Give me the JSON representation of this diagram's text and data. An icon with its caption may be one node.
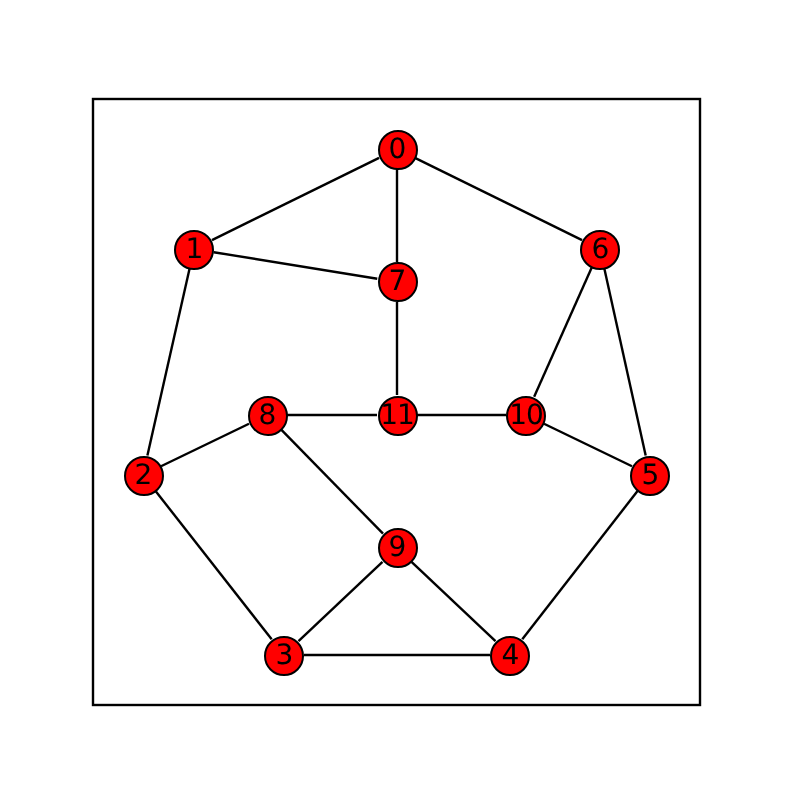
{
  "diagram": {
    "nodes": [
      {
        "text": [
          "0"
        ]
      },
      {
        "text": [
          "1"
        ]
      },
      {
        "text": [
          "2"
        ]
      },
      {
        "text": [
          "3"
        ]
      },
      {
        "text": [
          "4"
        ]
      },
      {
        "text": [
          "5"
        ]
      },
      {
        "text": [
          "6"
        ]
      },
      {
        "text": [
          "7"
        ]
      },
      {
        "text": [
          "8"
        ]
      },
      {
        "text": [
          "9"
        ]
      },
      {
        "text": [
          "10"
        ]
      },
      {
        "text": [
          "11"
        ]
      }
    ],
    "edges": [
      {
        "from": 0,
        "to": 1,
        "arrow": "none"
      },
      {
        "from": 0,
        "to": 6,
        "arrow": "none"
      },
      {
        "from": 0,
        "to": 7,
        "arrow": "none"
      },
      {
        "from": 1,
        "to": 7,
        "arrow": "none"
      },
      {
        "from": 1,
        "to": 2,
        "arrow": "none"
      },
      {
        "from": 6,
        "to": 10,
        "arrow": "none"
      },
      {
        "from": 6,
        "to": 5,
        "arrow": "none"
      },
      {
        "from": 7,
        "to": 11,
        "arrow": "none"
      },
      {
        "from": 8,
        "to": 11,
        "arrow": "none"
      },
      {
        "from": 11,
        "to": 10,
        "arrow": "none"
      },
      {
        "from": 2,
        "to": 8,
        "arrow": "none"
      },
      {
        "from": 10,
        "to": 5,
        "arrow": "none"
      },
      {
        "from": 8,
        "to": 9,
        "arrow": "none"
      },
      {
        "from": 2,
        "to": 3,
        "arrow": "none"
      },
      {
        "from": 9,
        "to": 3,
        "arrow": "none"
      },
      {
        "from": 9,
        "to": 4,
        "arrow": "none"
      },
      {
        "from": 5,
        "to": 4,
        "arrow": "none"
      },
      {
        "from": 3,
        "to": 4,
        "arrow": "none"
      }
    ]
  }
}
